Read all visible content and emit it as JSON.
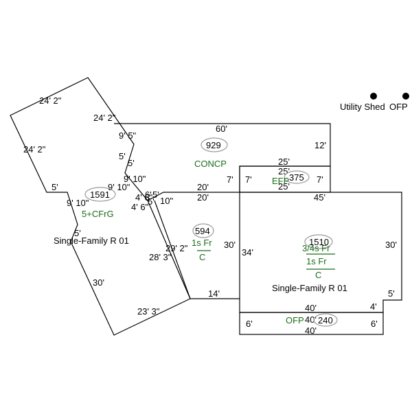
{
  "colors": {
    "outline": "#000000",
    "area_label": "#1a6b1a",
    "area_oval": "#9a9a9a",
    "background": "#ffffff"
  },
  "legend": {
    "utility_shed": "Utility Shed",
    "ofp": "OFP"
  },
  "left_building": {
    "dims": [
      "24' 2\"",
      "24' 2\"",
      "24' 2\"",
      "9' 5\"",
      "5'",
      "5'",
      "5'",
      "9' 10\"",
      "9' 10\"",
      "9' 10\"",
      "4' 6\"",
      "4' 6\"",
      "5'",
      "6'",
      "5'",
      "10\"",
      "29' 2\"",
      "28' 3\"",
      "30'",
      "23' 3\""
    ],
    "area": "1591",
    "code": "5+CFrG",
    "name": "Single-Family R 01"
  },
  "concp": {
    "dims": [
      "60'",
      "12'",
      "7'",
      "7'",
      "20'",
      "25'"
    ],
    "area": "929",
    "label": "CONCP"
  },
  "efp": {
    "dims": [
      "25'",
      "25'",
      "7'"
    ],
    "area": "375",
    "label": "EFP"
  },
  "middle": {
    "dims": [
      "20'",
      "30'",
      "14'"
    ],
    "area": "594",
    "code_top": "1s Fr",
    "code_bottom": "C"
  },
  "right_building": {
    "dims": [
      "45'",
      "34'",
      "30'",
      "5'",
      "4'",
      "40'"
    ],
    "area": "1510",
    "code_1": "3/4s Fr",
    "code_2": "1s Fr",
    "code_3": "C",
    "name": "Single-Family R 01"
  },
  "ofp_bottom": {
    "dims": [
      "40'",
      "40'",
      "6'",
      "6'"
    ],
    "area": "240",
    "label": "OFP"
  }
}
